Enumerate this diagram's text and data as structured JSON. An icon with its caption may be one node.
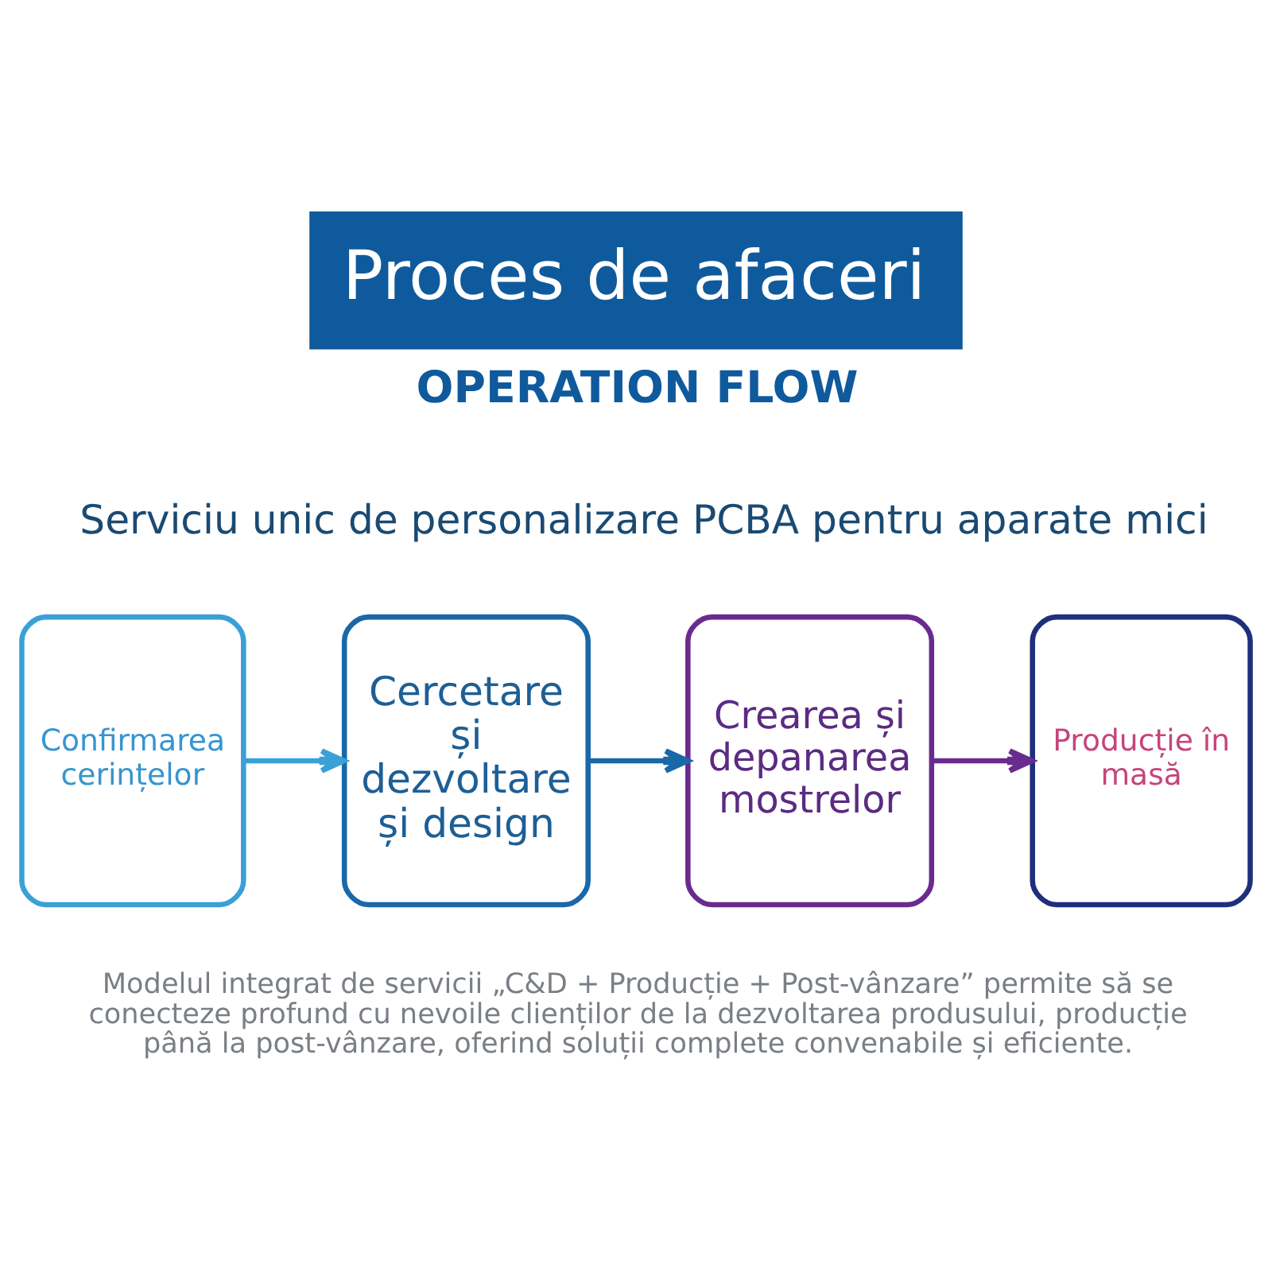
{
  "diagram": {
    "title": "Proces de afaceri",
    "caption": "Modelul integrat de servicii „C&D + Producție + Post-vânzare” permite să se conecteze profund cu nevoile clienților de la dezvoltarea produsului, producție până la post-vânzare, oferind soluții complete convenabile și eficiente.",
    "nodes": [
      {
        "text": [
          "Confirmarea cerințelor"
        ]
      },
      {
        "text": [
          "Cercetare și dezvoltare și design"
        ]
      },
      {
        "text": [
          "Crearea și depanarea mostrelor"
        ]
      },
      {
        "text": [
          "Producție în masă"
        ]
      }
    ],
    "edges": [
      {
        "from": 0,
        "to": 1,
        "arrow": "to",
        "color": "#3aa0d8"
      },
      {
        "from": 1,
        "to": 2,
        "arrow": "to",
        "color": "#1a68a8"
      },
      {
        "from": 2,
        "to": 3,
        "arrow": "to",
        "color": "#6a2b8e"
      }
    ],
    "labels": [
      "OPERATION FLOW",
      "Serviciu unic de personalizare PCBA pentru aparate mici"
    ]
  }
}
